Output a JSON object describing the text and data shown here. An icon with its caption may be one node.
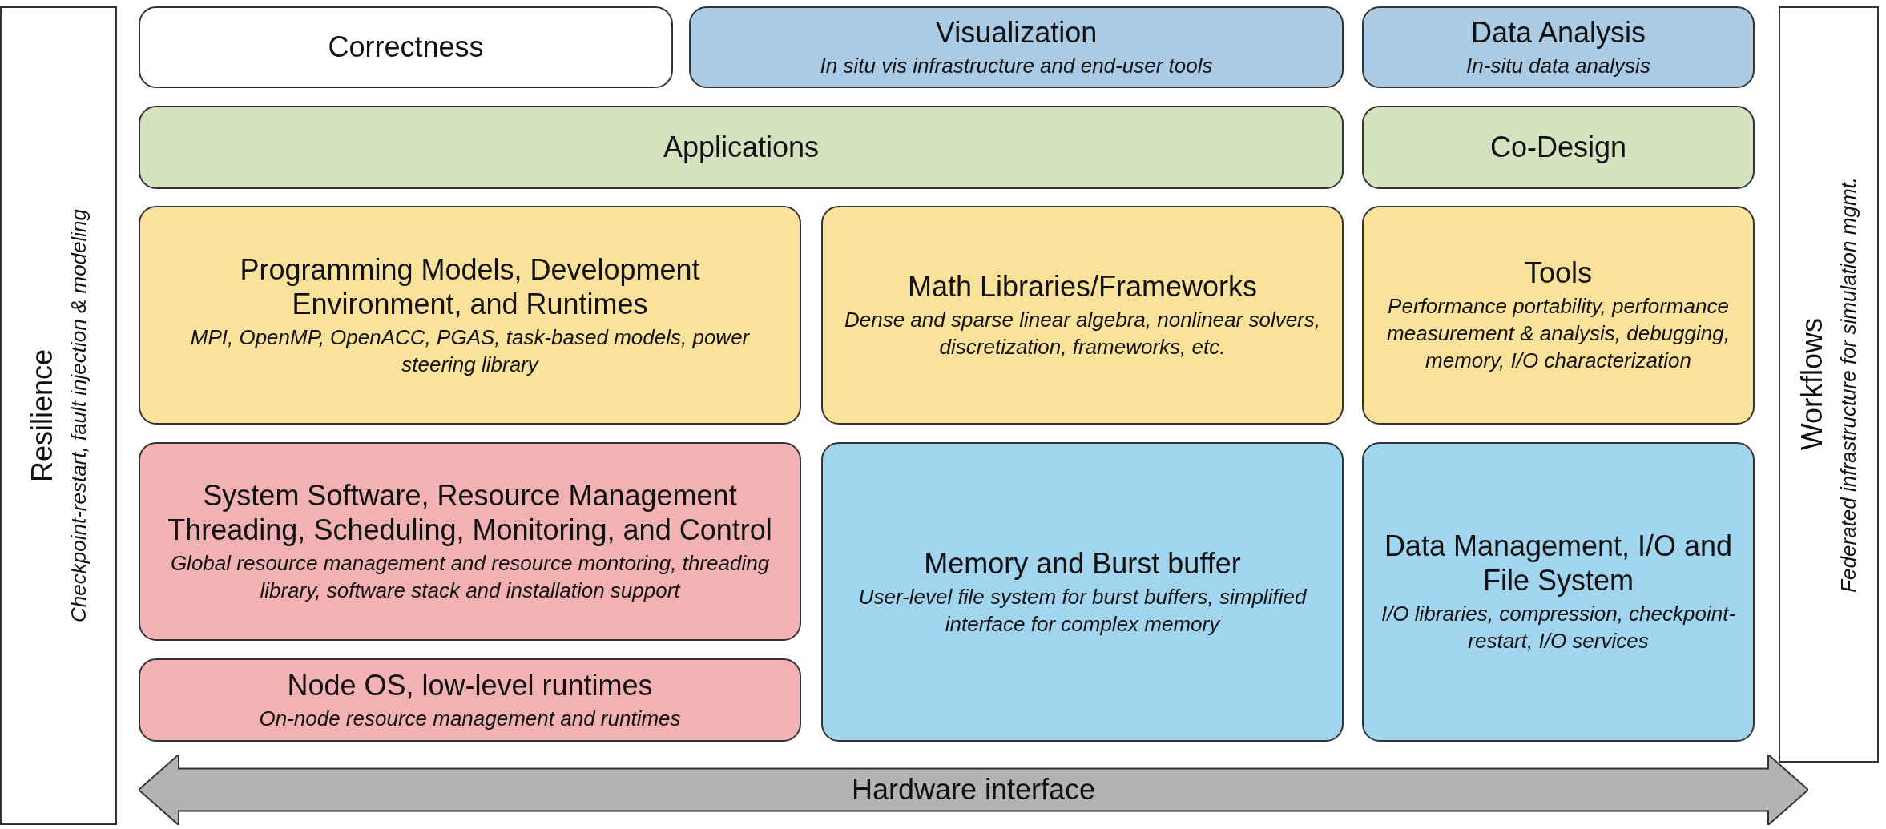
{
  "diagram": {
    "nodes": [
      {
        "text": [
          "Resilience",
          "Checkpoint-restart, fault injection & modeling"
        ]
      },
      {
        "text": [
          "Correctness"
        ]
      },
      {
        "text": [
          "Visualization",
          "In situ vis infrastructure and end-user tools"
        ]
      },
      {
        "text": [
          "Data Analysis",
          "In-situ data analysis"
        ]
      },
      {
        "text": [
          "Workflows",
          "Federated infrastructure for simulation mgmt."
        ]
      },
      {
        "text": [
          "Applications"
        ]
      },
      {
        "text": [
          "Co-Design"
        ]
      },
      {
        "text": [
          "Programming Models, Development Environment, and Runtimes",
          "MPI, OpenMP, OpenACC, PGAS, task-based models, power steering library"
        ]
      },
      {
        "text": [
          "Math Libraries/Frameworks",
          "Dense and sparse linear algebra, nonlinear solvers, discretization, frameworks, etc."
        ]
      },
      {
        "text": [
          "Tools",
          "Performance portability, performance measurement & analysis, debugging, memory, I/O characterization"
        ]
      },
      {
        "text": [
          "System Software, Resource Management Threading, Scheduling, Monitoring, and Control",
          "Global resource management and resource montoring, threading library, software stack and installation support"
        ]
      },
      {
        "text": [
          "Memory and Burst buffer",
          "User-level file system for burst buffers, simplified interface for complex memory"
        ]
      },
      {
        "text": [
          "Data Management, I/O and File System",
          "I/O libraries, compression, checkpoint-restart, I/O services"
        ]
      },
      {
        "text": [
          "Node OS, low-level runtimes",
          "On-node resource management and runtimes"
        ]
      },
      {
        "text": [
          "Hardware interface"
        ]
      }
    ],
    "edges": []
  }
}
